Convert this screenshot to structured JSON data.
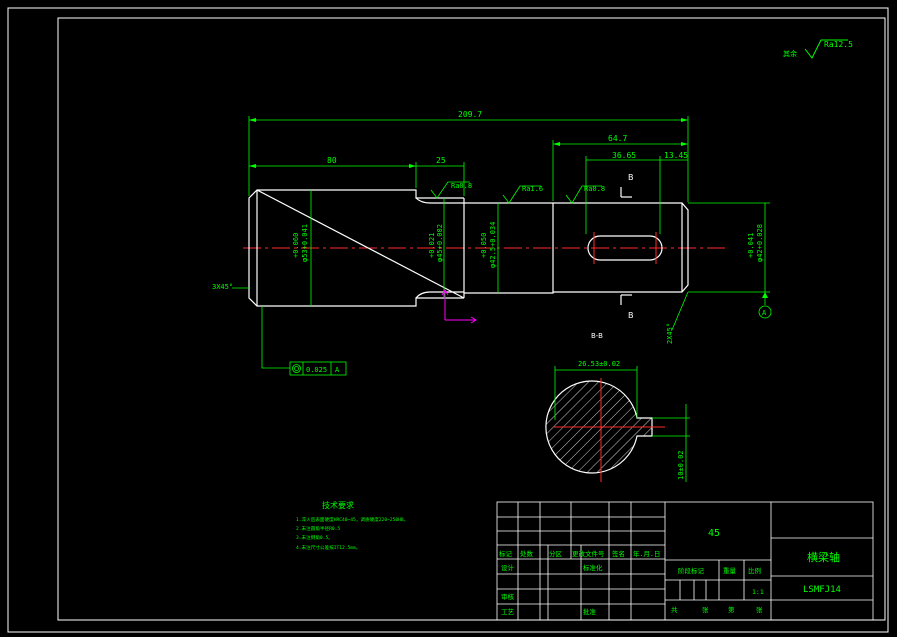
{
  "roughness": {
    "label": "其余",
    "value": "Ra12.5",
    "step1": "Ra0.8",
    "step2": "Ra1.6",
    "keyway": "Ra0.8"
  },
  "dimensions": {
    "overall_length": "209.7",
    "first_length": "80",
    "groove_length": "25",
    "right_length": "64.7",
    "key_length": "36.65",
    "key_offset": "13.45",
    "chamfer_left": "3X45°",
    "chamfer_right": "2X45°",
    "dia1_tol": "+0.060",
    "dia1": "φ53+0.041",
    "dia2_tol": "+0.021",
    "dia2": "φ45+0.002",
    "dia3_tol": "+0.050",
    "dia3": "φ42.5+0.034",
    "dia4_tol": "+0.041",
    "dia4": "φ42+0.028",
    "section_width": "26.53±0.02",
    "section_depth": "10±0.02"
  },
  "tolerance_frame": {
    "value": "0.025",
    "datum": "A"
  },
  "datum_label": "A",
  "section": {
    "title": "B-B",
    "cut_label_top": "B",
    "cut_label_bottom": "B"
  },
  "tech_req": {
    "title": "技术要求",
    "lines": [
      "1.淬火后表面硬度HRC40~45，调质硬度220~250HB。",
      "2.未注圆角半径R0.5",
      "3.未注倒角0.5。",
      "4.未注尺寸公差按IT12.5mm。"
    ]
  },
  "title_block": {
    "material": "45",
    "part_name": "横梁轴",
    "drawing_no": "LSMFJ14",
    "row_labels": [
      "标记",
      "处数",
      "分区",
      "更改文件号",
      "签名",
      "年.月.日"
    ],
    "design": "设计",
    "standard": "标准化",
    "review": "审核",
    "craft": "工艺",
    "approve": "批准",
    "stage": "阶段标记",
    "weight": "重量",
    "scale": "比例",
    "scale_value": "1:1",
    "sheets_total": "共",
    "sheet_word": "张",
    "sheet_no": "第"
  }
}
